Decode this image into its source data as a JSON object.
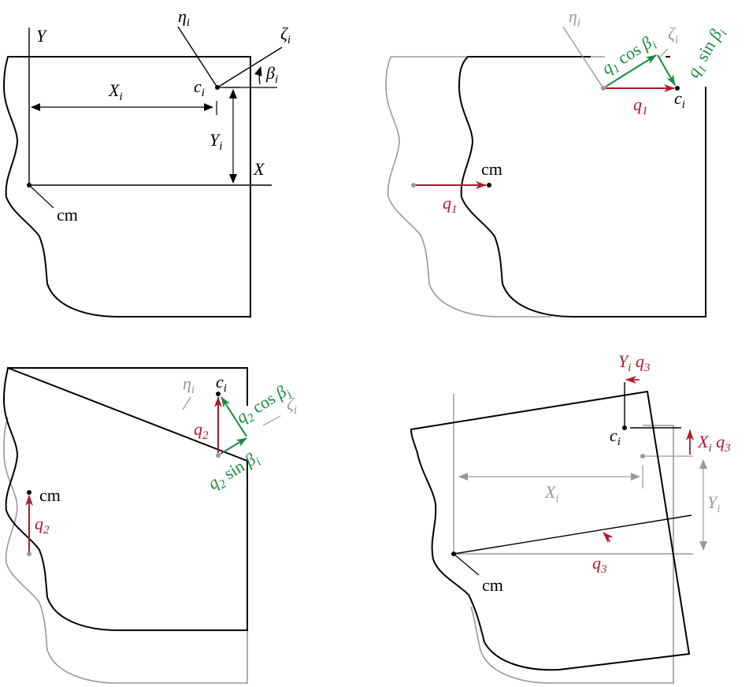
{
  "colors": {
    "body": "#000000",
    "ghost": "#999999",
    "red": "#b3172b",
    "green": "#1a8a3c"
  },
  "panel1": {
    "Y": "Y",
    "X": "X",
    "eta": "η",
    "eta_sub": "i",
    "zeta": "ζ",
    "zeta_sub": "i",
    "beta": "β",
    "beta_sub": "i",
    "Xi": "X",
    "Xi_sub": "i",
    "Yi": "Y",
    "Yi_sub": "i",
    "ci": "c",
    "ci_sub": "i",
    "cm": "cm"
  },
  "panel2": {
    "eta": "η",
    "eta_sub": "i",
    "zeta": "ζ",
    "zeta_sub": "i",
    "q1": "q",
    "q1_sub": "1",
    "q1_center": "q",
    "q1_center_sub": "1",
    "cos_q": "q",
    "cos_q_sub": "1",
    "cos_text": " cos ",
    "cos_beta": "β",
    "cos_beta_sub": "i",
    "sin_q": "q",
    "sin_q_sub": "1",
    "sin_text": " sin ",
    "sin_beta": "β",
    "sin_beta_sub": "i",
    "ci": "c",
    "ci_sub": "i",
    "cm": "cm"
  },
  "panel3": {
    "eta": "η",
    "eta_sub": "i",
    "zeta": "ζ",
    "zeta_sub": "i",
    "ci": "c",
    "ci_sub": "i",
    "q2_pt": "q",
    "q2_pt_sub": "2",
    "q2_cm": "q",
    "q2_cm_sub": "2",
    "cos_q": "q",
    "cos_q_sub": "2",
    "cos_text": " cos ",
    "cos_beta": "β",
    "cos_beta_sub": "i",
    "sin_q": "q",
    "sin_q_sub": "2",
    "sin_text": " sin ",
    "sin_beta": "β",
    "sin_beta_sub": "i",
    "cm": "cm"
  },
  "panel4": {
    "Yq_Y": "Y",
    "Yq_Y_sub": "i",
    "Yq_q": " q",
    "Yq_q_sub": "3",
    "Xq_X": "X",
    "Xq_X_sub": "i",
    "Xq_q": " q",
    "Xq_q_sub": "3",
    "Xi": "X",
    "Xi_sub": "i",
    "Yi": "Y",
    "Yi_sub": "i",
    "ci": "c",
    "ci_sub": "i",
    "q3": "q",
    "q3_sub": "3",
    "cm": "cm"
  }
}
